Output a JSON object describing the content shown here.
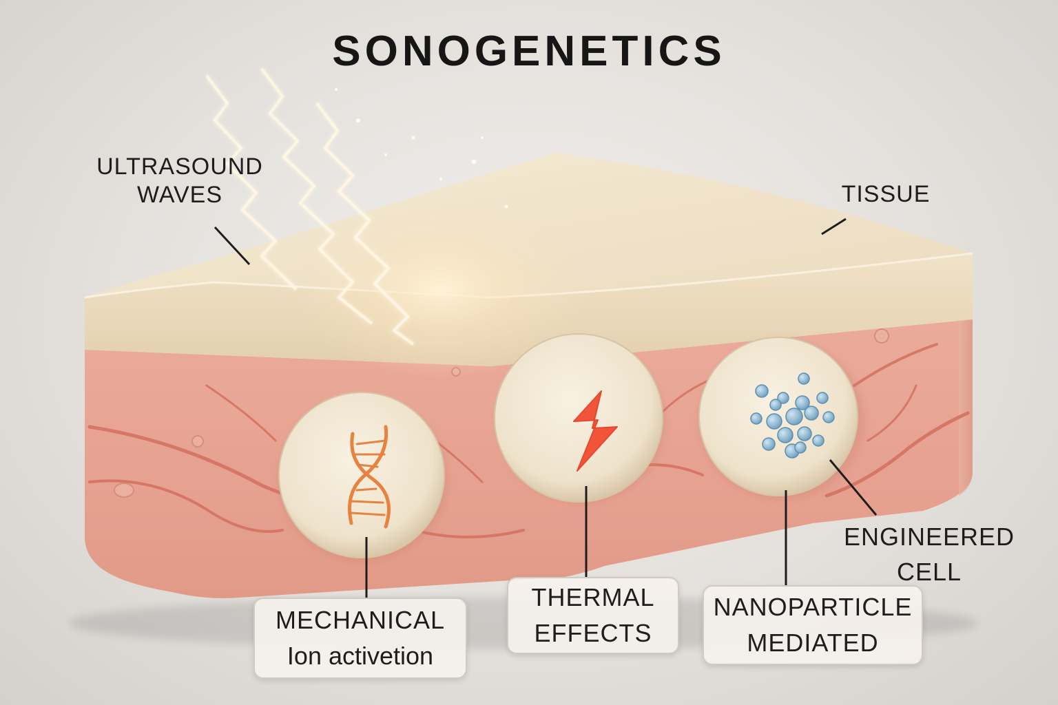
{
  "title": "SONOGENETICS",
  "labels": {
    "ultrasound_line1": "ULTRASOUND",
    "ultrasound_line2": "WAVES",
    "tissue": "TISSUE",
    "engineered_line1": "ENGINEERED",
    "engineered_line2": "CELL"
  },
  "mechanisms": [
    {
      "line1": "MECHANICAL",
      "line2": "Ion activetion",
      "icon": "dna-icon"
    },
    {
      "line1": "THERMAL",
      "line2": "EFFECTS",
      "icon": "lightning-bolt-icon"
    },
    {
      "line1": "NANOPARTICLE",
      "line2": "MEDIATED",
      "icon": "nanoparticle-cluster-icon"
    }
  ],
  "colors": {
    "tissue_top": "#f0e2c8",
    "tissue_lower": "#e7a595",
    "vessel": "#d9776a",
    "cell": "#efe6d3",
    "dna": "#ea8a4a",
    "bolt": "#f0553a",
    "nanoparticle": "#7fb0cf",
    "wave_glow": "#fff6dc"
  }
}
